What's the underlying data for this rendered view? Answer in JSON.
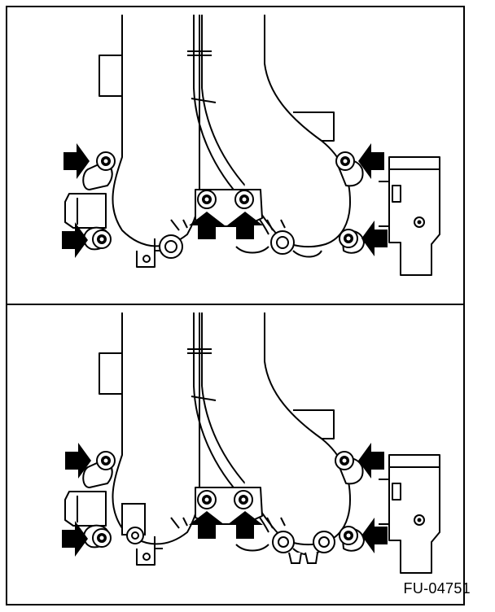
{
  "figure": {
    "code": "FU-04751",
    "panels": [
      {
        "id": "top",
        "arrow_count": 6
      },
      {
        "id": "bottom",
        "arrow_count": 6
      }
    ],
    "colors": {
      "line": "#000000",
      "background": "#ffffff",
      "arrow": "#000000"
    }
  }
}
